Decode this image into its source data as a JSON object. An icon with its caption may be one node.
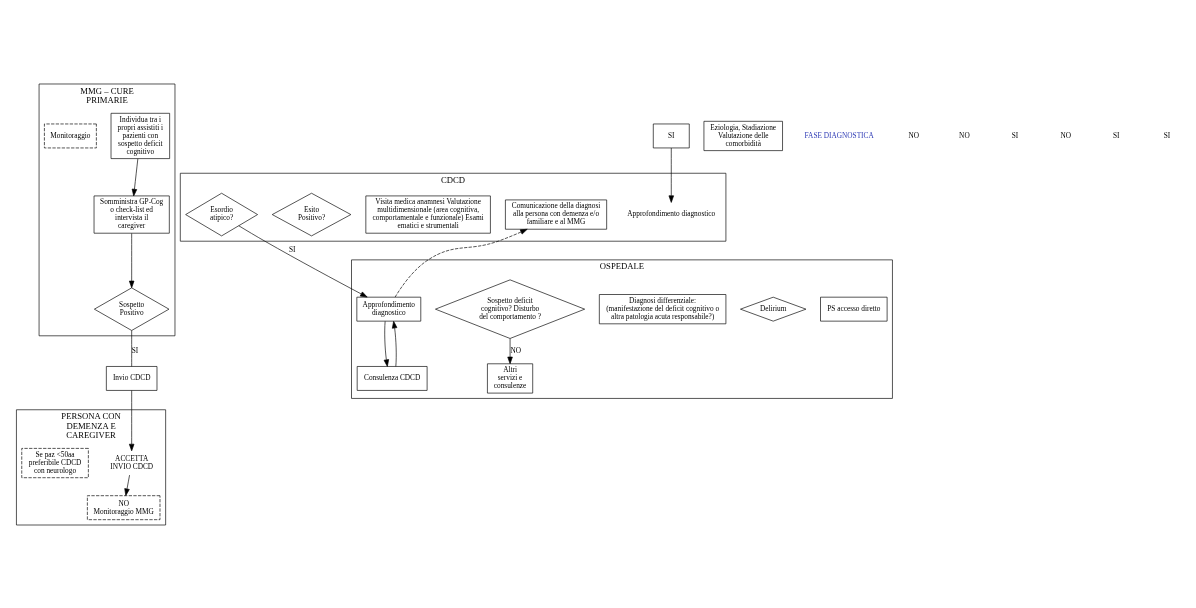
{
  "diagram": {
    "nodes": [
      {
        "text": [
          "MMG – CURE PRIMARIE"
        ]
      },
      {
        "text": [
          "Individua tra i propri assistiti i pazienti con sospetto deficit cognitivo"
        ],
        "in": 0
      },
      {
        "text": [
          "Somministra GP-Cog o check-list ed intervista il caregiver"
        ],
        "in": 0
      },
      {
        "text": [
          "Sospetto Positivo"
        ],
        "in": 0
      },
      {
        "text": [
          "Monitoraggio"
        ],
        "in": 0
      },
      {
        "text": [
          "Invio CDCD"
        ]
      },
      {
        "text": [
          "PERSONA CON DEMENZA E CAREGIVER"
        ]
      },
      {
        "text": [
          "ACCETTA INVIO CDCD"
        ],
        "in": 6
      },
      {
        "text": [
          "NO",
          "Monitoraggio MMG"
        ],
        "in": 6
      },
      {
        "text": [
          "Se paz <50aa preferibile CDCD con neurologo"
        ],
        "in": 6
      },
      {
        "text": [
          "SI"
        ]
      },
      {
        "text": [
          "CDCD"
        ]
      },
      {
        "text": [
          "Approfondimento diagnostico"
        ],
        "in": 11
      },
      {
        "text": [
          "Esordio atipico?"
        ],
        "in": 11
      },
      {
        "text": [
          "Visita medica anamnesi Valutazione multidimensionale (area cognitiva, comportamentale e funzionale) Esami ematici e strumentali"
        ],
        "in": 11
      },
      {
        "text": [
          "Esito Positivo?"
        ],
        "in": 11
      },
      {
        "text": [
          "Eziologia, Stadiazione Valutazione delle comorbidità"
        ]
      },
      {
        "text": [
          "Comunicazione della diagnosi alla persona con demenza e/o familiare e al MMG"
        ],
        "in": 11
      },
      {
        "text": [
          "OSPEDALE"
        ]
      },
      {
        "text": [
          "PS accesso diretto"
        ],
        "in": 18
      },
      {
        "text": [
          "Delirium"
        ],
        "in": 18
      },
      {
        "text": [
          "Altri servizi e consulenze"
        ],
        "in": 18
      },
      {
        "text": [
          "Diagnosi differenziale:",
          "(manifestazione del deficit cognitivo o altra patologia acuta responsabile?)"
        ],
        "in": 18
      },
      {
        "text": [
          "Sospetto deficit cognitivo? Disturbo del comportamento ?"
        ],
        "in": 18
      },
      {
        "text": [
          "Approfondimento diagnostico"
        ],
        "in": 18
      },
      {
        "text": [
          "Consulenza CDCD"
        ],
        "in": 18
      }
    ],
    "edges": [
      {
        "from": 1,
        "to": 2,
        "arrow": "to"
      },
      {
        "from": 2,
        "to": 3,
        "arrow": "to"
      },
      {
        "from": 3,
        "to": 5,
        "arrow": "none",
        "label": "SI"
      },
      {
        "from": 5,
        "to": 7,
        "arrow": "to"
      },
      {
        "from": 7,
        "to": 8,
        "arrow": "to"
      },
      {
        "from": 10,
        "to": 12,
        "arrow": "to"
      },
      {
        "from": 13,
        "to": 24,
        "arrow": "to",
        "label": "SI"
      },
      {
        "from": 23,
        "to": 21,
        "arrow": "to",
        "label": "NO"
      },
      {
        "from": 24,
        "to": 25,
        "arrow": "to"
      },
      {
        "from": 25,
        "to": 24,
        "arrow": "to"
      },
      {
        "from": 24,
        "to": 17,
        "arrow": "to",
        "style": "dashed"
      }
    ],
    "labels": [
      "FASE DIAGNOSTICA",
      "NO",
      "NO",
      "SI",
      "NO",
      "SI",
      "SI"
    ]
  }
}
